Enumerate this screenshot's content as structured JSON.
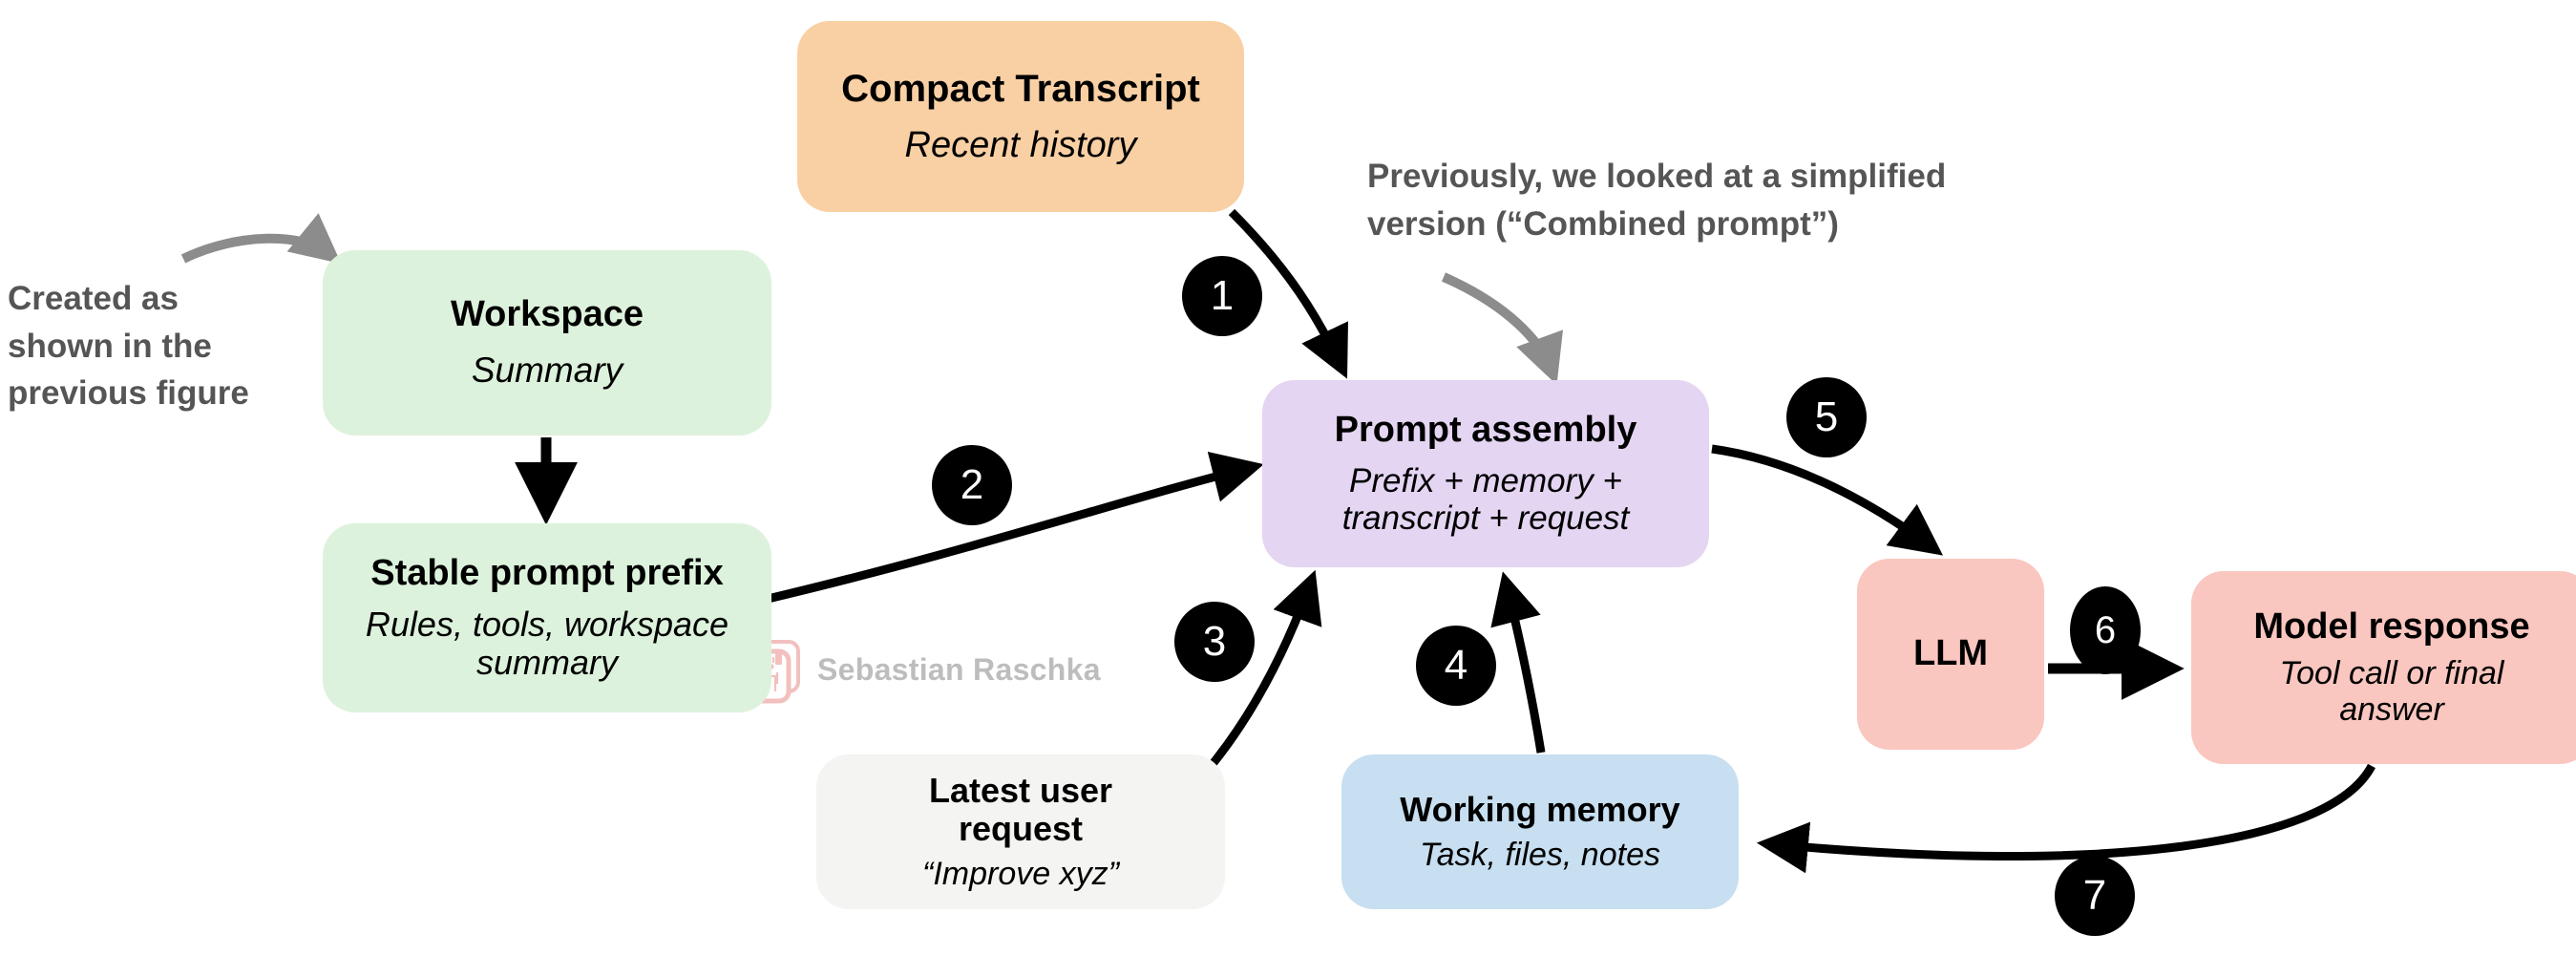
{
  "diagram": {
    "nodes": {
      "compact_transcript": {
        "title": "Compact Transcript",
        "subtitle": "Recent history",
        "color": "#F9D0A4"
      },
      "workspace": {
        "title": "Workspace",
        "subtitle": "Summary",
        "color": "#DDF2DC"
      },
      "stable_prompt_prefix": {
        "title": "Stable prompt prefix",
        "subtitle": "Rules, tools, workspace\nsummary",
        "color": "#DDF2DC"
      },
      "prompt_assembly": {
        "title": "Prompt assembly",
        "subtitle": "Prefix + memory +\ntranscript + request",
        "color": "#E4D5F2"
      },
      "latest_user_request": {
        "title": "Latest user\nrequest",
        "subtitle": "“Improve xyz”",
        "color": "#F4F4F2"
      },
      "working_memory": {
        "title": "Working memory",
        "subtitle": "Task, files, notes",
        "color": "#C7DFF0"
      },
      "llm": {
        "title": "LLM",
        "subtitle": "",
        "color": "#FAC6C0"
      },
      "model_response": {
        "title": "Model response",
        "subtitle": "Tool call or final\nanswer",
        "color": "#FAC6C0"
      }
    },
    "steps": [
      {
        "number": "1"
      },
      {
        "number": "2"
      },
      {
        "number": "3"
      },
      {
        "number": "4"
      },
      {
        "number": "5"
      },
      {
        "number": "6"
      },
      {
        "number": "7"
      }
    ],
    "annotations": {
      "left": "Created as\nshown in the\nprevious figure",
      "right": "Previously, we looked at a simplified\nversion (“Combined prompt”)",
      "color": "#555555"
    },
    "arrow_color": "#000000",
    "callout_arrow_color": "#8C8C8C"
  },
  "watermark": {
    "text": "Sebastian Raschka",
    "icon": "chip-circuit-icon",
    "color": "#BDBDBD",
    "icon_color": "#F2C0BE"
  }
}
